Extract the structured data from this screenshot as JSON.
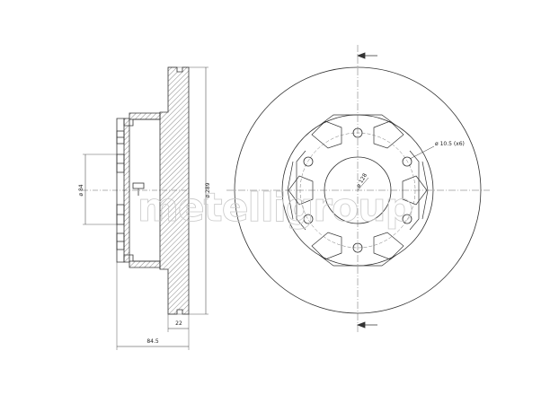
{
  "watermark": "metelligroup",
  "side_view": {
    "dim_outer_diameter": "ø 289",
    "dim_center_bore": "ø 84",
    "dim_disc_thickness": "22",
    "dim_total_height": "84.5"
  },
  "front_view": {
    "dim_bolt_circle": "ø 128",
    "dim_bolt_holes": "ø 10.5 (x6)"
  }
}
